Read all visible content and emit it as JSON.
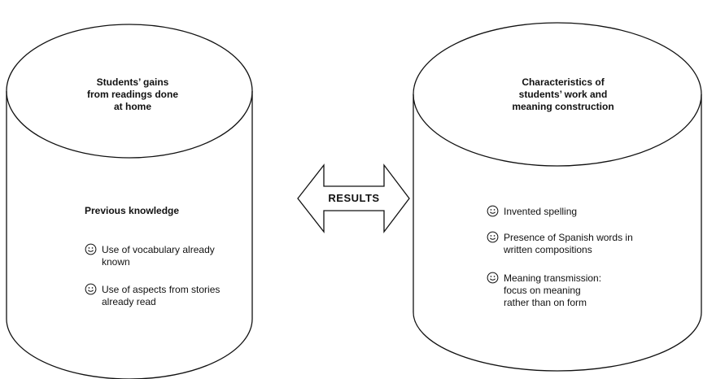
{
  "left_cylinder": {
    "top_label": "Students’ gains from readings done at home",
    "section_title": "Previous knowledge",
    "items": [
      "Use of vocabulary already known",
      "Use of aspects from stories already read"
    ]
  },
  "arrow": {
    "label": "RESULTS"
  },
  "right_cylinder": {
    "top_label": "Characteristics of students’ work and meaning construction",
    "items": [
      "Invented spelling",
      "Presence of Spanish words in written compositions",
      "Meaning transmission: focus on meaning rather than on form"
    ]
  },
  "icons": {
    "bullet": "smiley-face-icon"
  }
}
